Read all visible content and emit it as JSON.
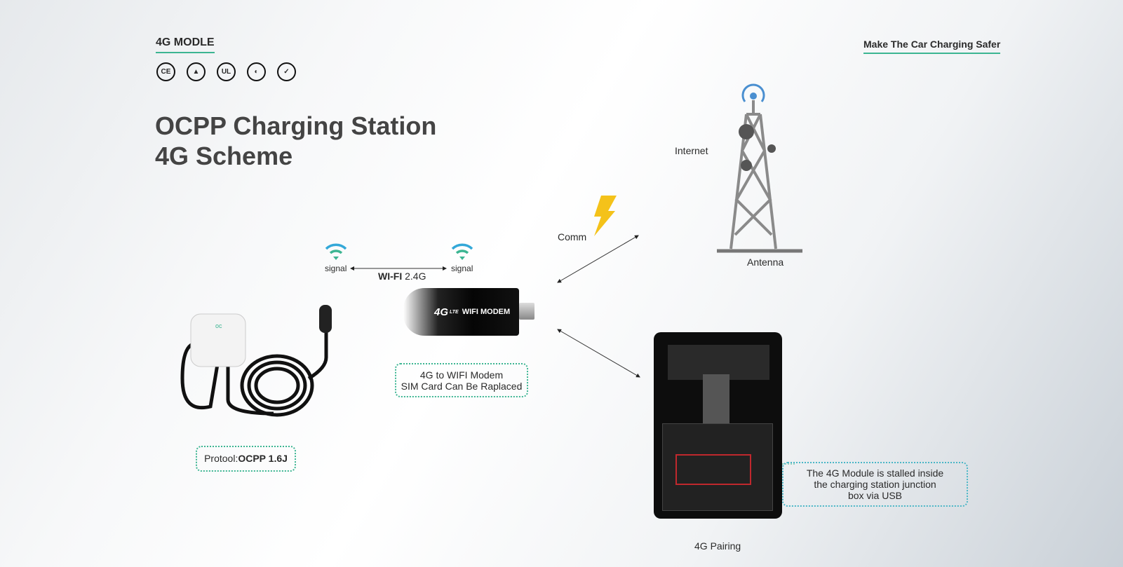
{
  "header": {
    "module_tag": "4G MODLE",
    "slogan": "Make The Car Charging Safer",
    "title_line1": "OCPP Charging Station",
    "title_line2": "4G Scheme"
  },
  "certifications": [
    {
      "icon": "ce-icon",
      "text": "CE"
    },
    {
      "icon": "tuv-icon",
      "text": "▲"
    },
    {
      "icon": "ul-icon",
      "text": "UL"
    },
    {
      "icon": "rohs-icon",
      "text": "◐"
    },
    {
      "icon": "rcm-icon",
      "text": "✓"
    }
  ],
  "diagram": {
    "signal_left": "signal",
    "signal_right": "signal",
    "wifi_bold": "WI-FI",
    "wifi_band": "2.4G",
    "modem_label": "4G LTE WIFI MODEM",
    "modem_brand": "4G",
    "modem_lte": "LTE",
    "modem_text": "WIFI MODEM",
    "modem_box_line1": "4G to WIFI Modem",
    "modem_box_line2": "SIM Card Can Be Raplaced",
    "protocol_prefix": "Protool:",
    "protocol_value": "OCPP 1.6J",
    "comm": "Comm",
    "internet": "Internet",
    "antenna": "Antenna",
    "module_box_line1": "The 4G Module is stalled inside",
    "module_box_line2": "the charging station junction",
    "module_box_line3": "box via USB",
    "pairing": "4G Pairing"
  },
  "colors": {
    "accent": "#3cb592",
    "teal": "#4ab6c6",
    "bolt": "#f4c21a",
    "tower": "#8a8a8a",
    "tower_signal": "#4a8fd0"
  }
}
